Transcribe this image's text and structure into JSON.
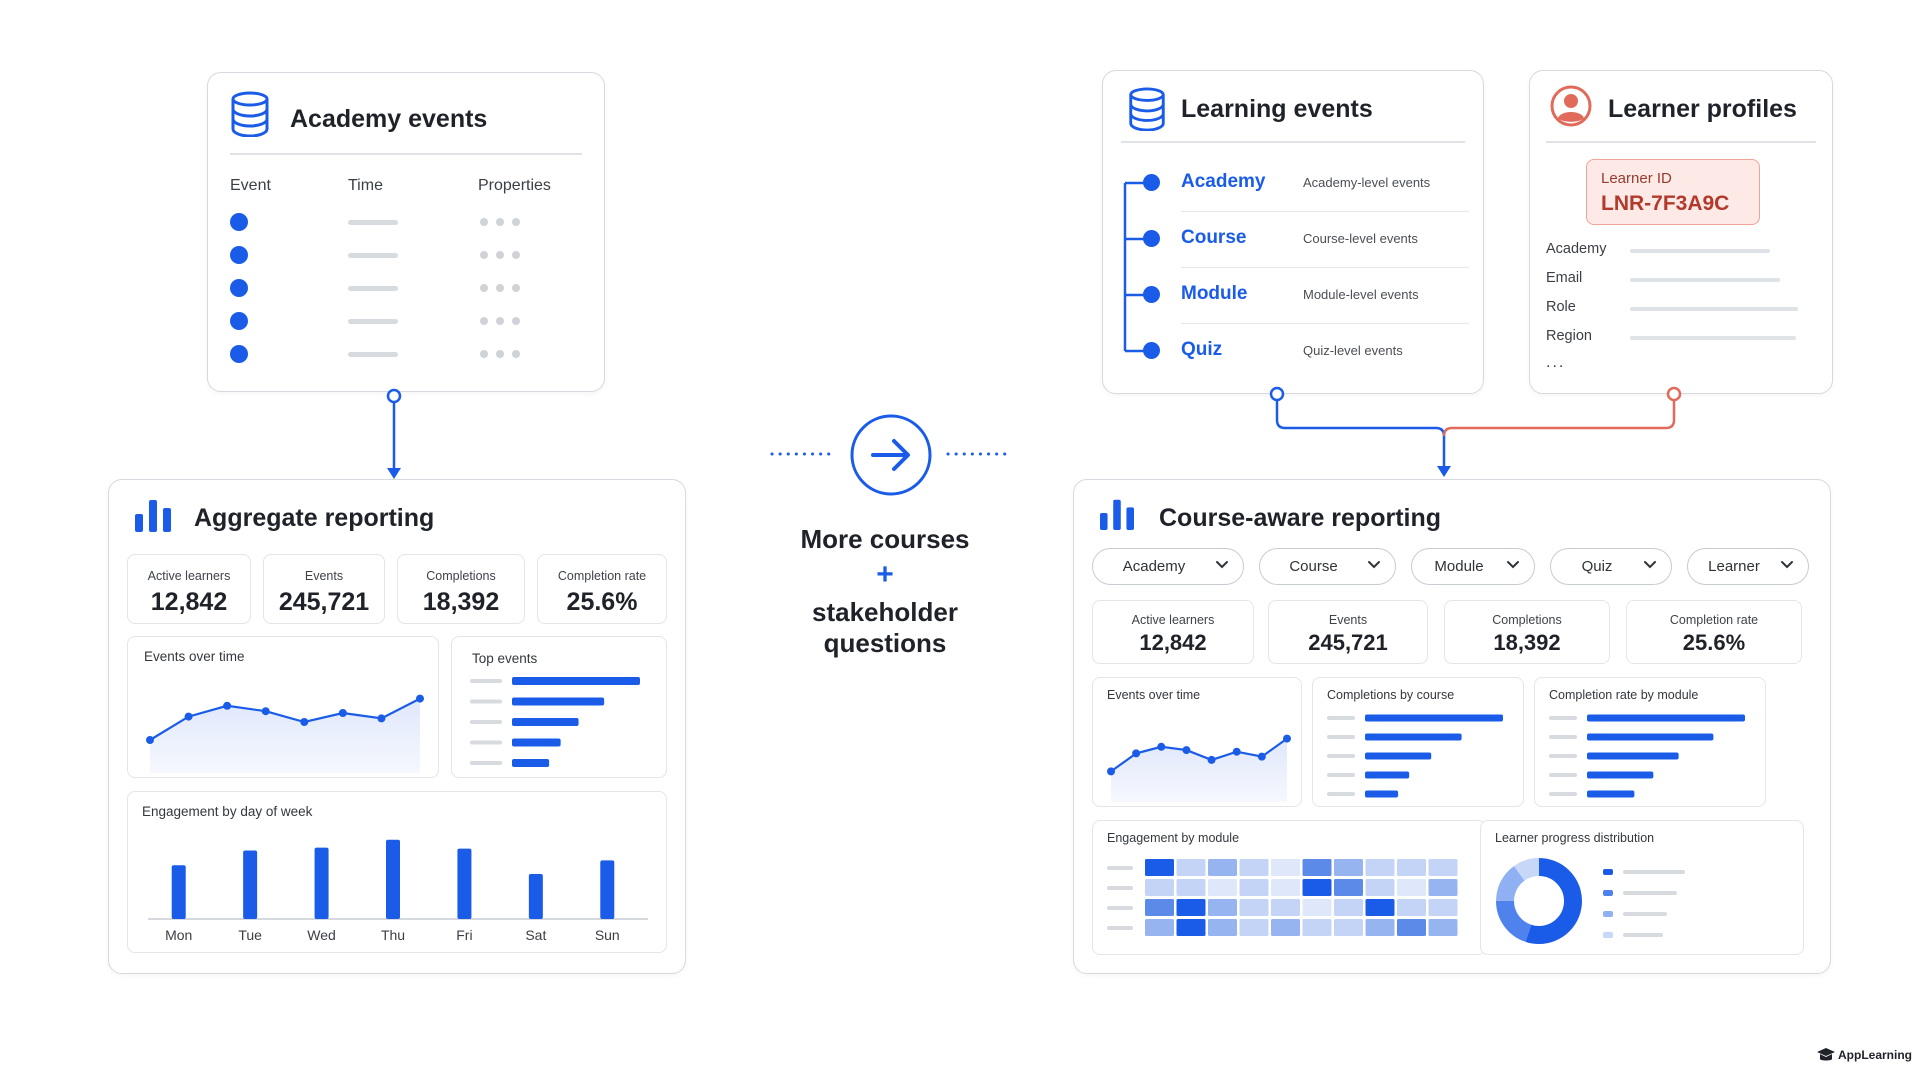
{
  "colors": {
    "accent": "#1a5ce8",
    "learner_line": "#e06b5b",
    "gray": "#d7dade"
  },
  "academy_events": {
    "title": "Academy events",
    "icon": "database-icon",
    "columns": [
      "Event",
      "Time",
      "Properties"
    ]
  },
  "aggregate": {
    "title": "Aggregate reporting",
    "icon": "bar-chart-icon",
    "kpis": [
      {
        "label": "Active learners",
        "value": "12,842"
      },
      {
        "label": "Events",
        "value": "245,721"
      },
      {
        "label": "Completions",
        "value": "18,392"
      },
      {
        "label": "Completion rate",
        "value": "25.6%"
      }
    ],
    "events_over_time_title": "Events over time",
    "top_events_title": "Top events",
    "engagement_title": "Engagement by day of week"
  },
  "engagement_chart": {
    "type": "bar",
    "categories": [
      "Mon",
      "Tue",
      "Wed",
      "Thu",
      "Fri",
      "Sat",
      "Sun"
    ],
    "values": [
      55,
      70,
      73,
      81,
      72,
      46,
      60
    ]
  },
  "line_chart_values": [
    30,
    56,
    68,
    62,
    50,
    60,
    54,
    76
  ],
  "line_chart_values_right": [
    30,
    52,
    60,
    56,
    44,
    54,
    48,
    70
  ],
  "top_events_values": [
    100,
    72,
    52,
    38,
    29
  ],
  "center": {
    "icon": "arrow-right-icon",
    "line1": "More courses",
    "plus": "+",
    "line2": "stakeholder",
    "line3": "questions"
  },
  "learning_events": {
    "title": "Learning events",
    "icon": "database-icon",
    "items": [
      {
        "name": "Academy",
        "desc": "Academy-level events"
      },
      {
        "name": "Course",
        "desc": "Course-level events"
      },
      {
        "name": "Module",
        "desc": "Module-level events"
      },
      {
        "name": "Quiz",
        "desc": "Quiz-level events"
      }
    ]
  },
  "learner_profiles": {
    "title": "Learner profiles",
    "icon": "user-icon",
    "id_label": "Learner ID",
    "id_value": "LNR-7F3A9C",
    "fields": [
      "Academy",
      "Email",
      "Role",
      "Region"
    ],
    "more": "..."
  },
  "course_aware": {
    "title": "Course-aware reporting",
    "icon": "bar-chart-icon",
    "filters": [
      "Academy",
      "Course",
      "Module",
      "Quiz",
      "Learner"
    ],
    "kpis": [
      {
        "label": "Active learners",
        "value": "12,842"
      },
      {
        "label": "Events",
        "value": "245,721"
      },
      {
        "label": "Completions",
        "value": "18,392"
      },
      {
        "label": "Completion rate",
        "value": "25.6%"
      }
    ],
    "events_over_time_title": "Events over time",
    "completions_by_course_title": "Completions by course",
    "completion_rate_by_module_title": "Completion rate by module",
    "engagement_by_module_title": "Engagement by module",
    "progress_distribution_title": "Learner progress distribution"
  },
  "completions_by_course_values": [
    100,
    70,
    48,
    32,
    24
  ],
  "completion_rate_by_module_values": [
    100,
    80,
    58,
    42,
    30
  ],
  "heatmap_levels": [
    [
      4,
      1,
      2,
      1,
      0,
      3,
      2,
      1,
      1,
      1
    ],
    [
      1,
      1,
      0,
      1,
      0,
      4,
      3,
      1,
      0,
      2
    ],
    [
      3,
      4,
      2,
      1,
      1,
      0,
      1,
      4,
      1,
      1
    ],
    [
      2,
      4,
      2,
      1,
      2,
      1,
      1,
      2,
      3,
      2
    ]
  ],
  "donut_segments": [
    0.55,
    0.2,
    0.15,
    0.1
  ],
  "brand": {
    "name": "AppLearning",
    "icon": "graduation-cap-icon"
  }
}
